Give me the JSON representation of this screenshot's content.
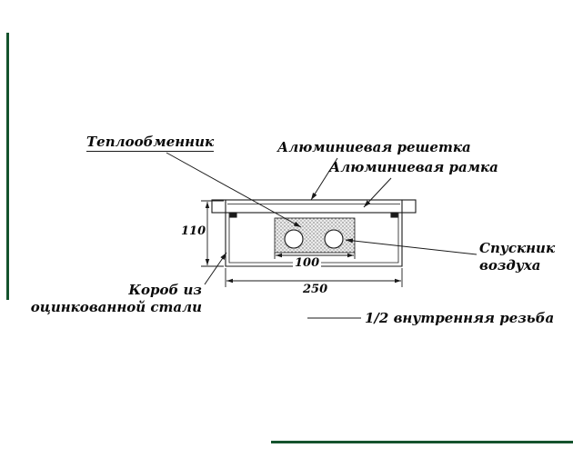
{
  "labels": {
    "heat_exchanger": "Теплообменник",
    "aluminum_grille": "Алюминиевая решетка",
    "aluminum_frame": "Алюминиевая рамка",
    "air_vent_line1": "Спускник",
    "air_vent_line2": "воздуха",
    "steel_box_line1": "Короб из",
    "steel_box_line2": "оцинкованной стали",
    "thread": "1/2 внутренняя резьба"
  },
  "dimensions": {
    "height": "110",
    "exchanger_width": "100",
    "total_width": "250"
  },
  "colors": {
    "accent_green": "#14532d",
    "line": "#1a1a1a"
  }
}
